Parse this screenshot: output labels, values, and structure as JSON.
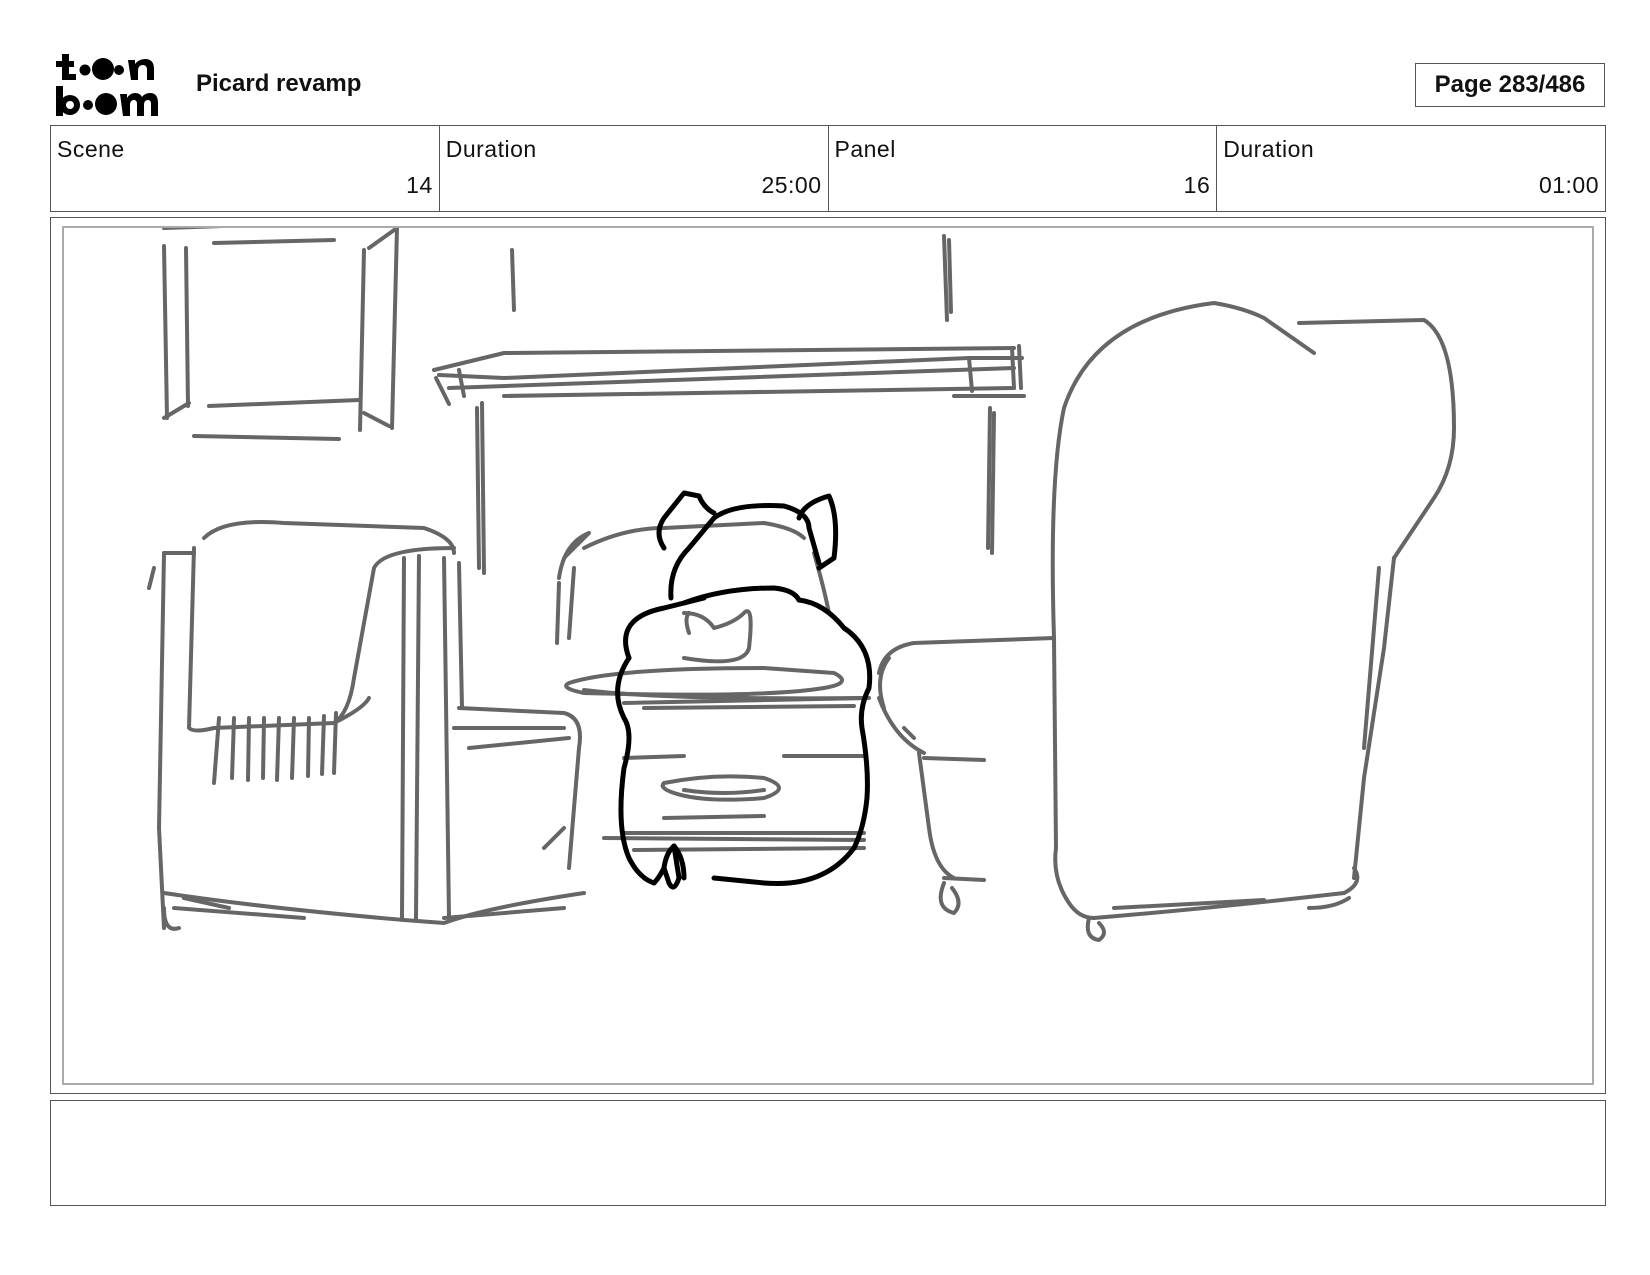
{
  "header": {
    "logo_text": "toon boom",
    "project_title": "Picard revamp",
    "page_label": "Page 283/486"
  },
  "info": [
    {
      "label": "Scene",
      "value": "14"
    },
    {
      "label": "Duration",
      "value": "25:00"
    },
    {
      "label": "Panel",
      "value": "16"
    },
    {
      "label": "Duration",
      "value": "01:00"
    }
  ],
  "panel": {
    "image": "storyboard-sketch-dog-living-room"
  },
  "notes": {
    "text": ""
  },
  "colors": {
    "sketch_gray": "#666666",
    "sketch_black": "#000000",
    "border": "#555555"
  }
}
